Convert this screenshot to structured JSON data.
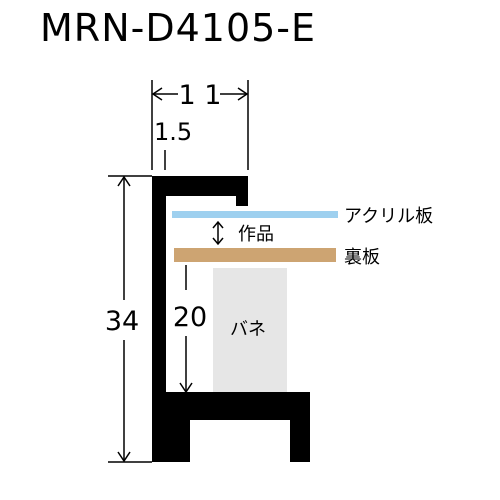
{
  "title": "MRN-D4105-E",
  "dimensions": {
    "width": "1 1",
    "wall": "1.5",
    "height": "34",
    "depth": "20"
  },
  "labels": {
    "acrylic": "アクリル板",
    "artwork": "作品",
    "backboard": "裏板",
    "spring": "バネ"
  },
  "colors": {
    "frame": "#000000",
    "acrylic": "#9ed0ef",
    "backboard": "#cda472",
    "spring": "#e6e6e6"
  }
}
